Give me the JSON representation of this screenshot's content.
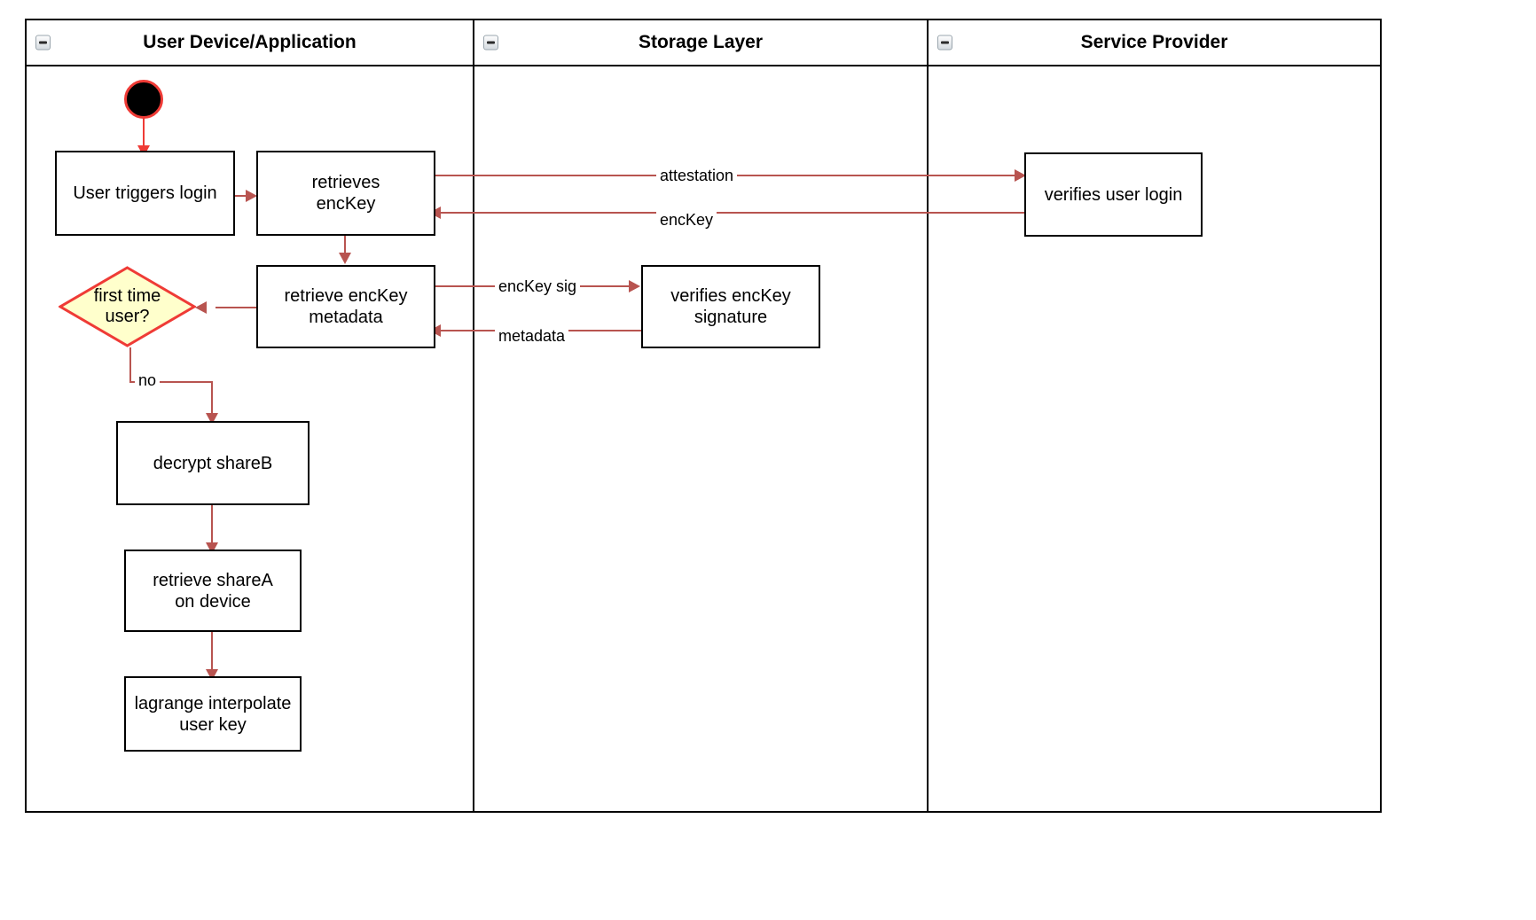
{
  "diagram": {
    "title": "User login key-recovery swimlane diagram",
    "colors": {
      "node_border": "#000000",
      "node_fill": "#ffffff",
      "edge": "#b85450",
      "start_edge": "#ef3b36",
      "decision_fill": "#ffffcc",
      "decision_border": "#ef3b36",
      "lane_border": "#000000"
    }
  },
  "lanes": [
    {
      "id": "user-device",
      "title": "User Device/Application",
      "collapse_icon": "minus-icon"
    },
    {
      "id": "storage-layer",
      "title": "Storage Layer",
      "collapse_icon": "minus-icon"
    },
    {
      "id": "service-provider",
      "title": "Service Provider",
      "collapse_icon": "minus-icon"
    }
  ],
  "nodes": [
    {
      "id": "start",
      "type": "start",
      "label": "",
      "lane": "user-device"
    },
    {
      "id": "user-triggers-login",
      "type": "activity",
      "label": "User triggers login",
      "lane": "user-device"
    },
    {
      "id": "retrieves-enckey",
      "type": "activity",
      "label": "retrieves\nencKey",
      "lane": "user-device"
    },
    {
      "id": "first-time-user",
      "type": "decision",
      "label": "first time\nuser?",
      "lane": "user-device"
    },
    {
      "id": "retrieve-enckey-metadata",
      "type": "activity",
      "label": "retrieve encKey\nmetadata",
      "lane": "user-device"
    },
    {
      "id": "decrypt-shareb",
      "type": "activity",
      "label": "decrypt shareB",
      "lane": "user-device"
    },
    {
      "id": "retrieve-sharea-on-device",
      "type": "activity",
      "label": "retrieve shareA\non device",
      "lane": "user-device"
    },
    {
      "id": "lagrange-interpolate-user-key",
      "type": "activity",
      "label": "lagrange interpolate\nuser key",
      "lane": "user-device"
    },
    {
      "id": "verifies-enckey-signature",
      "type": "activity",
      "label": "verifies encKey\nsignature",
      "lane": "storage-layer"
    },
    {
      "id": "verifies-user-login",
      "type": "activity",
      "label": "verifies user login",
      "lane": "service-provider"
    }
  ],
  "edges": [
    {
      "id": "e-start",
      "from": "start",
      "to": "user-triggers-login",
      "label": ""
    },
    {
      "id": "e-login-retrieves",
      "from": "user-triggers-login",
      "to": "retrieves-enckey",
      "label": ""
    },
    {
      "id": "e-attestation",
      "from": "retrieves-enckey",
      "to": "verifies-user-login",
      "label": "attestation"
    },
    {
      "id": "e-enckey",
      "from": "verifies-user-login",
      "to": "retrieves-enckey",
      "label": "encKey"
    },
    {
      "id": "e-retrieves-metadata",
      "from": "retrieves-enckey",
      "to": "retrieve-enckey-metadata",
      "label": ""
    },
    {
      "id": "e-enckey-sig",
      "from": "retrieve-enckey-metadata",
      "to": "verifies-enckey-signature",
      "label": "encKey sig"
    },
    {
      "id": "e-metadata",
      "from": "verifies-enckey-signature",
      "to": "retrieve-enckey-metadata",
      "label": "metadata"
    },
    {
      "id": "e-metadata-decision",
      "from": "retrieve-enckey-metadata",
      "to": "first-time-user",
      "label": ""
    },
    {
      "id": "e-no",
      "from": "first-time-user",
      "to": "decrypt-shareb",
      "label": "no"
    },
    {
      "id": "e-shareb-sharea",
      "from": "decrypt-shareb",
      "to": "retrieve-sharea-on-device",
      "label": ""
    },
    {
      "id": "e-sharea-lagrange",
      "from": "retrieve-sharea-on-device",
      "to": "lagrange-interpolate-user-key",
      "label": ""
    }
  ]
}
